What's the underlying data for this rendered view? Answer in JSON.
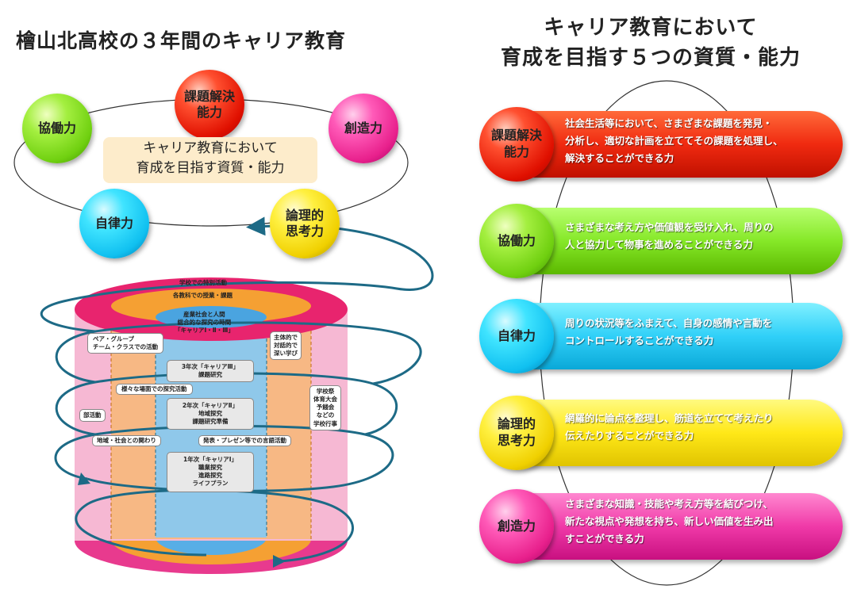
{
  "left_title": "檜山北高校の３年間のキャリア教育",
  "right_title": {
    "line1": "キャリア教育において",
    "line2": "育成を目指す５つの資質・能力"
  },
  "cycle": {
    "center_line1": "キャリア教育において",
    "center_line2": "育成を目指す資質・能力",
    "spheres": {
      "kadai": {
        "line1": "課題解決",
        "line2": "能力"
      },
      "kyodo": "協働力",
      "sozo": "創造力",
      "jiritsu": "自律力",
      "ronri": {
        "line1": "論理的",
        "line2": "思考力"
      }
    }
  },
  "cylinder": {
    "outer_label": "学校での特別活動",
    "middle_label": "各教科での授業・課題",
    "inner_label": {
      "line1": "産業社会と人間",
      "line2": "総合的な探究の時間",
      "line3": "「キャリアⅠ・Ⅱ・Ⅲ」"
    },
    "pair_group": {
      "line1": "ペア・グループ",
      "line2": "チーム・クラスでの活動"
    },
    "shutaiteki": {
      "line1": "主体的で",
      "line2": "対話的で",
      "line3": "深い学び"
    },
    "year3": {
      "line1": "3年次「キャリアⅢ」",
      "line2": "課題研究"
    },
    "various": "様々な場面での探究活動",
    "bukatsu": "部活動",
    "year2": {
      "line1": "2年次「キャリアⅡ」",
      "line2": "地域探究",
      "line3": "課題研究準備"
    },
    "events": {
      "line1": "学校祭",
      "line2": "体育大会",
      "line3": "予餞会",
      "line4": "などの",
      "line5": "学校行事"
    },
    "community": "地域・社会との関わり",
    "presentation": "発表・プレゼン等での言語活動",
    "year1": {
      "line1": "1年次「キャリアⅠ」",
      "line2": "職業探究",
      "line3": "進路探究",
      "line4": "ライフプラン"
    }
  },
  "abilities": [
    {
      "name": {
        "line1": "課題解決",
        "line2": "能力"
      },
      "text": [
        "社会生活等において、さまざまな課題を発見・",
        "分析し、適切な計画を立ててその課題を処理し、",
        "解決することができる力"
      ]
    },
    {
      "name": {
        "line1": "協働力",
        "line2": ""
      },
      "text": [
        "さまざまな考え方や価値観を受け入れ、周りの",
        "人と協力して物事を進めることができる力"
      ]
    },
    {
      "name": {
        "line1": "自律力",
        "line2": ""
      },
      "text": [
        "周りの状況等をふまえて、自身の感情や言動を",
        "コントロールすることができる力"
      ]
    },
    {
      "name": {
        "line1": "論理的",
        "line2": "思考力"
      },
      "text": [
        "網羅的に論点を整理し、筋道を立てて考えたり",
        "伝えたりすることができる力"
      ]
    },
    {
      "name": {
        "line1": "創造力",
        "line2": ""
      },
      "text": [
        "さまざまな知識・技能や考え方等を結びつけ、",
        "新たな視点や発想を持ち、新しい価値を生み出",
        "すことができる力"
      ]
    }
  ],
  "colors": {
    "red": "#f02a10",
    "green": "#86e828",
    "cyan": "#30d0f8",
    "yellow": "#ffe818",
    "pink": "#f03aa8",
    "spiral": "#1d6a86"
  }
}
